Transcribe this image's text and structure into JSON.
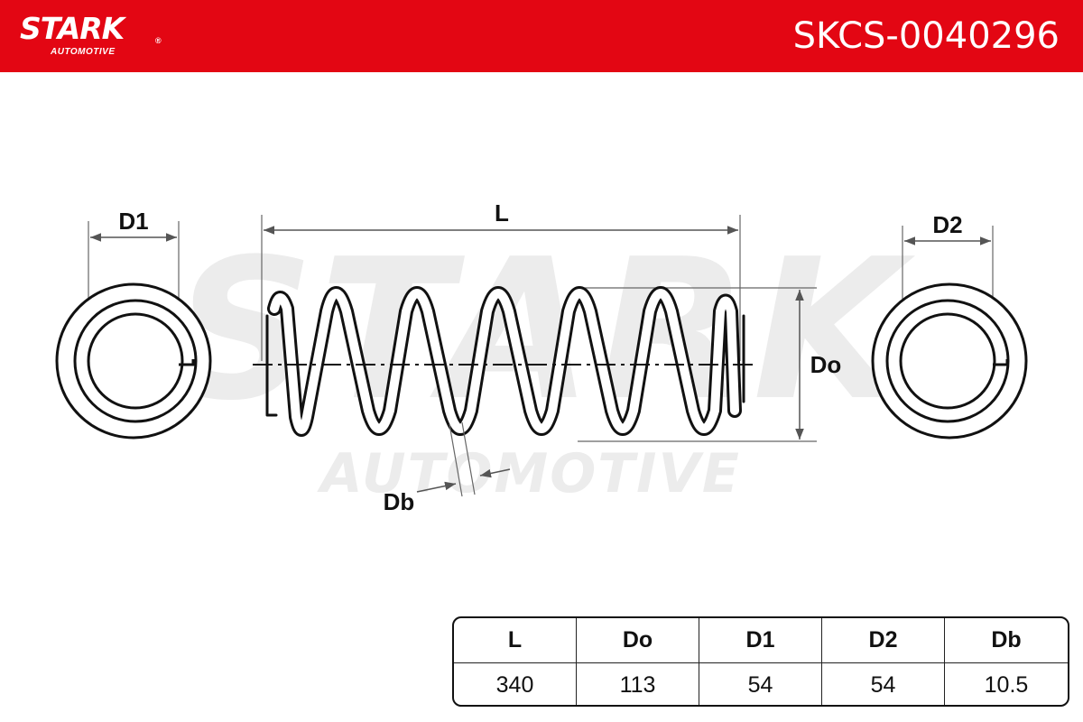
{
  "header": {
    "brand": "STARK",
    "brand_reg": "®",
    "brand_sub": "AUTOMOTIVE",
    "part_number": "SKCS-0040296",
    "color": "#e30613"
  },
  "watermark": {
    "main": "STARK",
    "sub": "AUTOMOTIVE",
    "reg": "®"
  },
  "labels": {
    "d1": "D1",
    "l": "L",
    "d2": "D2",
    "do": "Do",
    "db": "Db"
  },
  "spec_table": {
    "headers": [
      "L",
      "Do",
      "D1",
      "D2",
      "Db"
    ],
    "values": [
      "340",
      "113",
      "54",
      "54",
      "10.5"
    ]
  }
}
